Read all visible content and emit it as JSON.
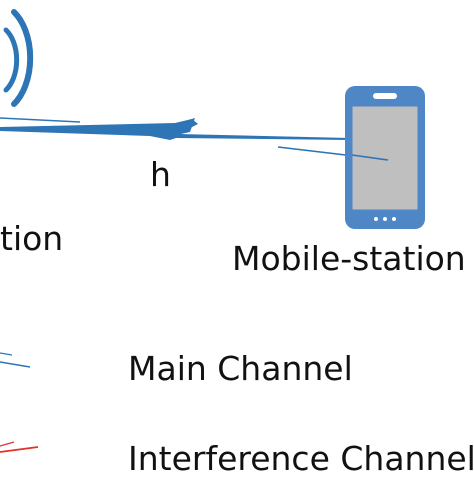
{
  "labels": {
    "channel_symbol": "h",
    "base_station_partial": "tion",
    "mobile_station": "Mobile-station"
  },
  "legend": [
    {
      "label": "Main Channel",
      "color": "#2e75b6"
    },
    {
      "label": "Interference Channel",
      "color": "#e0302a"
    }
  ],
  "colors": {
    "main_channel": "#2e75b6",
    "interference_channel": "#e0302a",
    "phone_body": "#4f86c6",
    "phone_screen": "#bfbfbf",
    "antenna_waves": "#2e75b6"
  },
  "icons": [
    "radio-waves-icon",
    "mobile-phone-icon",
    "lightning-link-icon"
  ]
}
